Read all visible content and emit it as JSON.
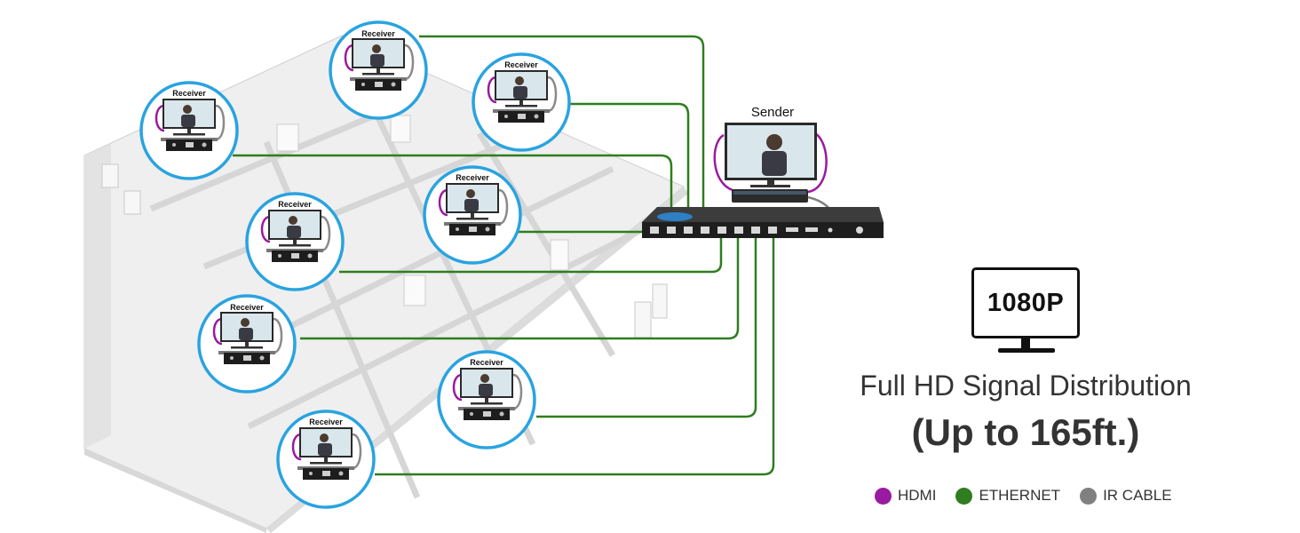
{
  "sender": {
    "label": "Sender"
  },
  "receiver_label": "Receiver",
  "resolution_badge": "1080P",
  "headline": "Full HD Signal Distribution",
  "subline": "(Up to 165ft.)",
  "legend": [
    {
      "label": "HDMI",
      "color": "#9a1aa0"
    },
    {
      "label": "ETHERNET",
      "color": "#2f7d1e"
    },
    {
      "label": "IR CABLE",
      "color": "#808080"
    }
  ],
  "colors": {
    "ring": "#29a3e0",
    "ethernet": "#2f7d1e",
    "hdmi": "#9a1aa0",
    "ir": "#808080"
  }
}
